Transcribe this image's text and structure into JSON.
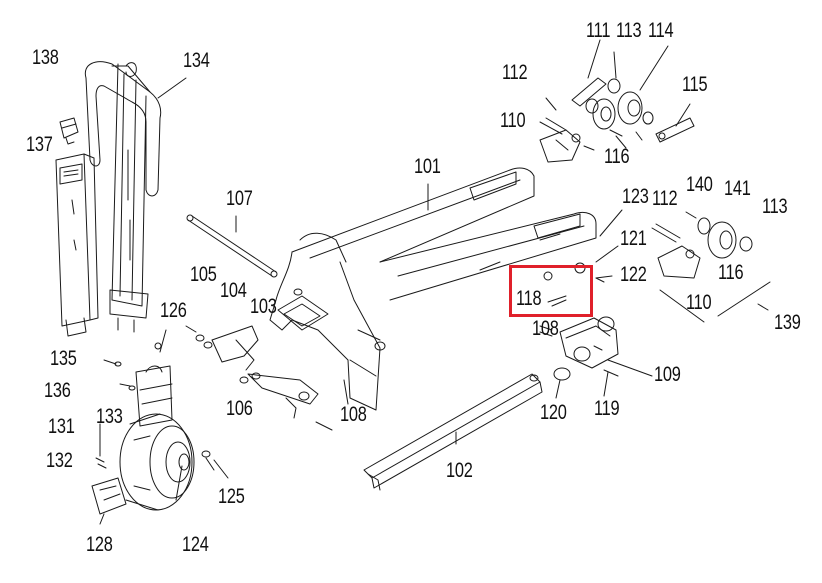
{
  "diagram": {
    "highlight_color": "#e0202a",
    "line_color": "#1a1a1a",
    "highlighted_part": "118",
    "callouts": [
      {
        "id": "138",
        "label": "138"
      },
      {
        "id": "134",
        "label": "134"
      },
      {
        "id": "137",
        "label": "137"
      },
      {
        "id": "107",
        "label": "107"
      },
      {
        "id": "101",
        "label": "101"
      },
      {
        "id": "111",
        "label": "111"
      },
      {
        "id": "113a",
        "label": "113"
      },
      {
        "id": "114",
        "label": "114"
      },
      {
        "id": "112a",
        "label": "112"
      },
      {
        "id": "115",
        "label": "115"
      },
      {
        "id": "110a",
        "label": "110"
      },
      {
        "id": "116a",
        "label": "116"
      },
      {
        "id": "123",
        "label": "123"
      },
      {
        "id": "112b",
        "label": "112"
      },
      {
        "id": "140",
        "label": "140"
      },
      {
        "id": "141",
        "label": "141"
      },
      {
        "id": "113b",
        "label": "113"
      },
      {
        "id": "121",
        "label": "121"
      },
      {
        "id": "122",
        "label": "122"
      },
      {
        "id": "116b",
        "label": "116"
      },
      {
        "id": "110b",
        "label": "110"
      },
      {
        "id": "118",
        "label": "118"
      },
      {
        "id": "139",
        "label": "139"
      },
      {
        "id": "105",
        "label": "105"
      },
      {
        "id": "104",
        "label": "104"
      },
      {
        "id": "103",
        "label": "103"
      },
      {
        "id": "126",
        "label": "126"
      },
      {
        "id": "108a",
        "label": "108"
      },
      {
        "id": "109",
        "label": "109"
      },
      {
        "id": "135",
        "label": "135"
      },
      {
        "id": "136",
        "label": "136"
      },
      {
        "id": "106",
        "label": "106"
      },
      {
        "id": "108b",
        "label": "108"
      },
      {
        "id": "120",
        "label": "120"
      },
      {
        "id": "119",
        "label": "119"
      },
      {
        "id": "131",
        "label": "131"
      },
      {
        "id": "133",
        "label": "133"
      },
      {
        "id": "132",
        "label": "132"
      },
      {
        "id": "102",
        "label": "102"
      },
      {
        "id": "125",
        "label": "125"
      },
      {
        "id": "128",
        "label": "128"
      },
      {
        "id": "124",
        "label": "124"
      }
    ]
  }
}
